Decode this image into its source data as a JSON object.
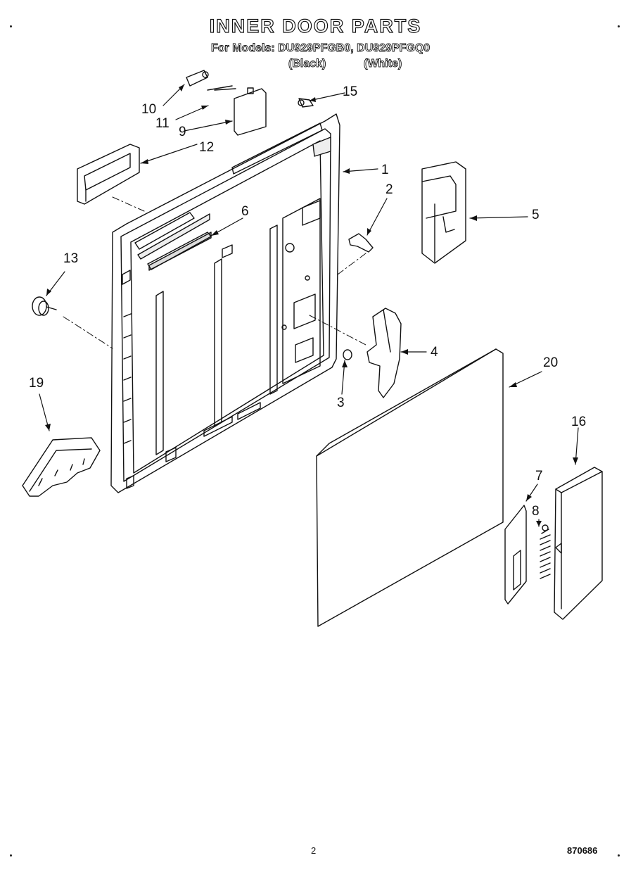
{
  "header": {
    "title": "INNER DOOR PARTS",
    "models_line": "For Models: DU929PFGB0, DU929PFGQ0",
    "variant_black": "(Black)",
    "variant_white": "(White)"
  },
  "callouts": {
    "c1": "1",
    "c2": "2",
    "c3": "3",
    "c4": "4",
    "c5": "5",
    "c6": "6",
    "c7": "7",
    "c8": "8",
    "c9": "9",
    "c10": "10",
    "c11": "11",
    "c12": "12",
    "c13": "13",
    "c15": "15",
    "c16": "16",
    "c19": "19",
    "c20": "20"
  },
  "footer": {
    "page_number": "2",
    "doc_number": "870686"
  }
}
